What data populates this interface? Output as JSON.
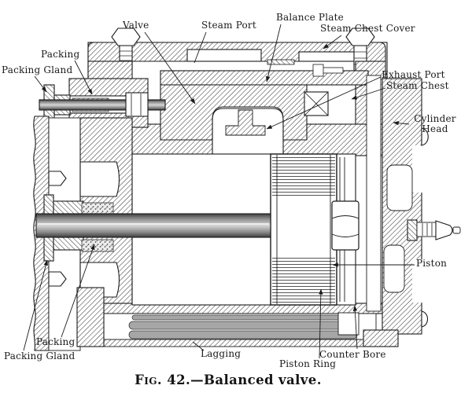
{
  "figure": {
    "caption_prefix": "Fig. 42.",
    "caption_title": "—Balanced valve."
  },
  "labels": {
    "packing_top": "Packing",
    "packing_gland_top": "Packing Gland",
    "valve": "Valve",
    "steam_port": "Steam Port",
    "balance_plate": "Balance Plate",
    "steam_chest_cover": "Steam Chest Cover",
    "exhaust_port": "Exhaust Port",
    "steam_chest": "Steam Chest",
    "cylinder_head": "Cylinder Head",
    "piston": "Piston",
    "packing_bottom": "Packing",
    "packing_gland_bottom": "Packing Gland",
    "lagging": "Lagging",
    "piston_ring": "Piston Ring",
    "counter_bore": "Counter Bore"
  },
  "colors": {
    "background": "#ffffff",
    "ink": "#1a1a1a",
    "hatch_line": "#2e2e2e",
    "rod_gray": "#8a8a8a",
    "lagging_gray": "#a6a6a6",
    "packing_gray": "#ececec"
  }
}
